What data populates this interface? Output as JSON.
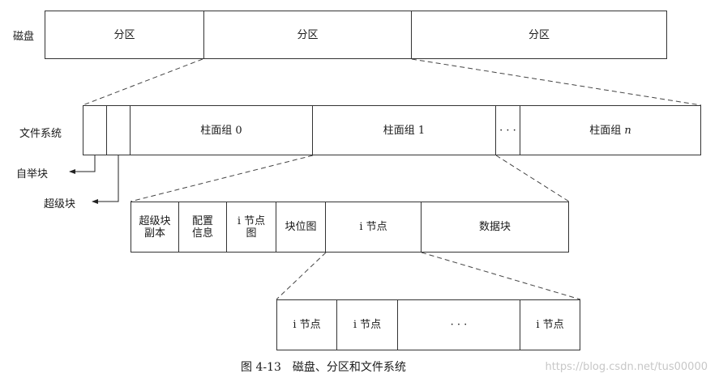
{
  "disk": {
    "label": "磁盘",
    "partitions": [
      "分区",
      "分区",
      "分区"
    ]
  },
  "filesystem": {
    "label": "文件系统",
    "groups": [
      {
        "text": "柱面组 0",
        "italic": false
      },
      {
        "text": "柱面组 1",
        "italic": false
      },
      {
        "text": "· · ·",
        "italic": false
      },
      {
        "text_prefix": "柱面组 ",
        "text_var": "n"
      }
    ],
    "boot_block_label": "自举块",
    "super_block_label": "超级块"
  },
  "cylinder_group": {
    "cells": [
      [
        "超级块",
        "副本"
      ],
      [
        "配置",
        "信息"
      ],
      [
        "i 节点",
        "图"
      ],
      [
        "块位图"
      ],
      [
        "i 节点"
      ],
      [
        "数据块"
      ]
    ]
  },
  "inode_table": {
    "cells": [
      "i 节点",
      "i 节点",
      "· · ·",
      "i 节点"
    ]
  },
  "caption": "图 4-13　磁盘、分区和文件系统",
  "watermark": "https://blog.csdn.net/tus00000"
}
